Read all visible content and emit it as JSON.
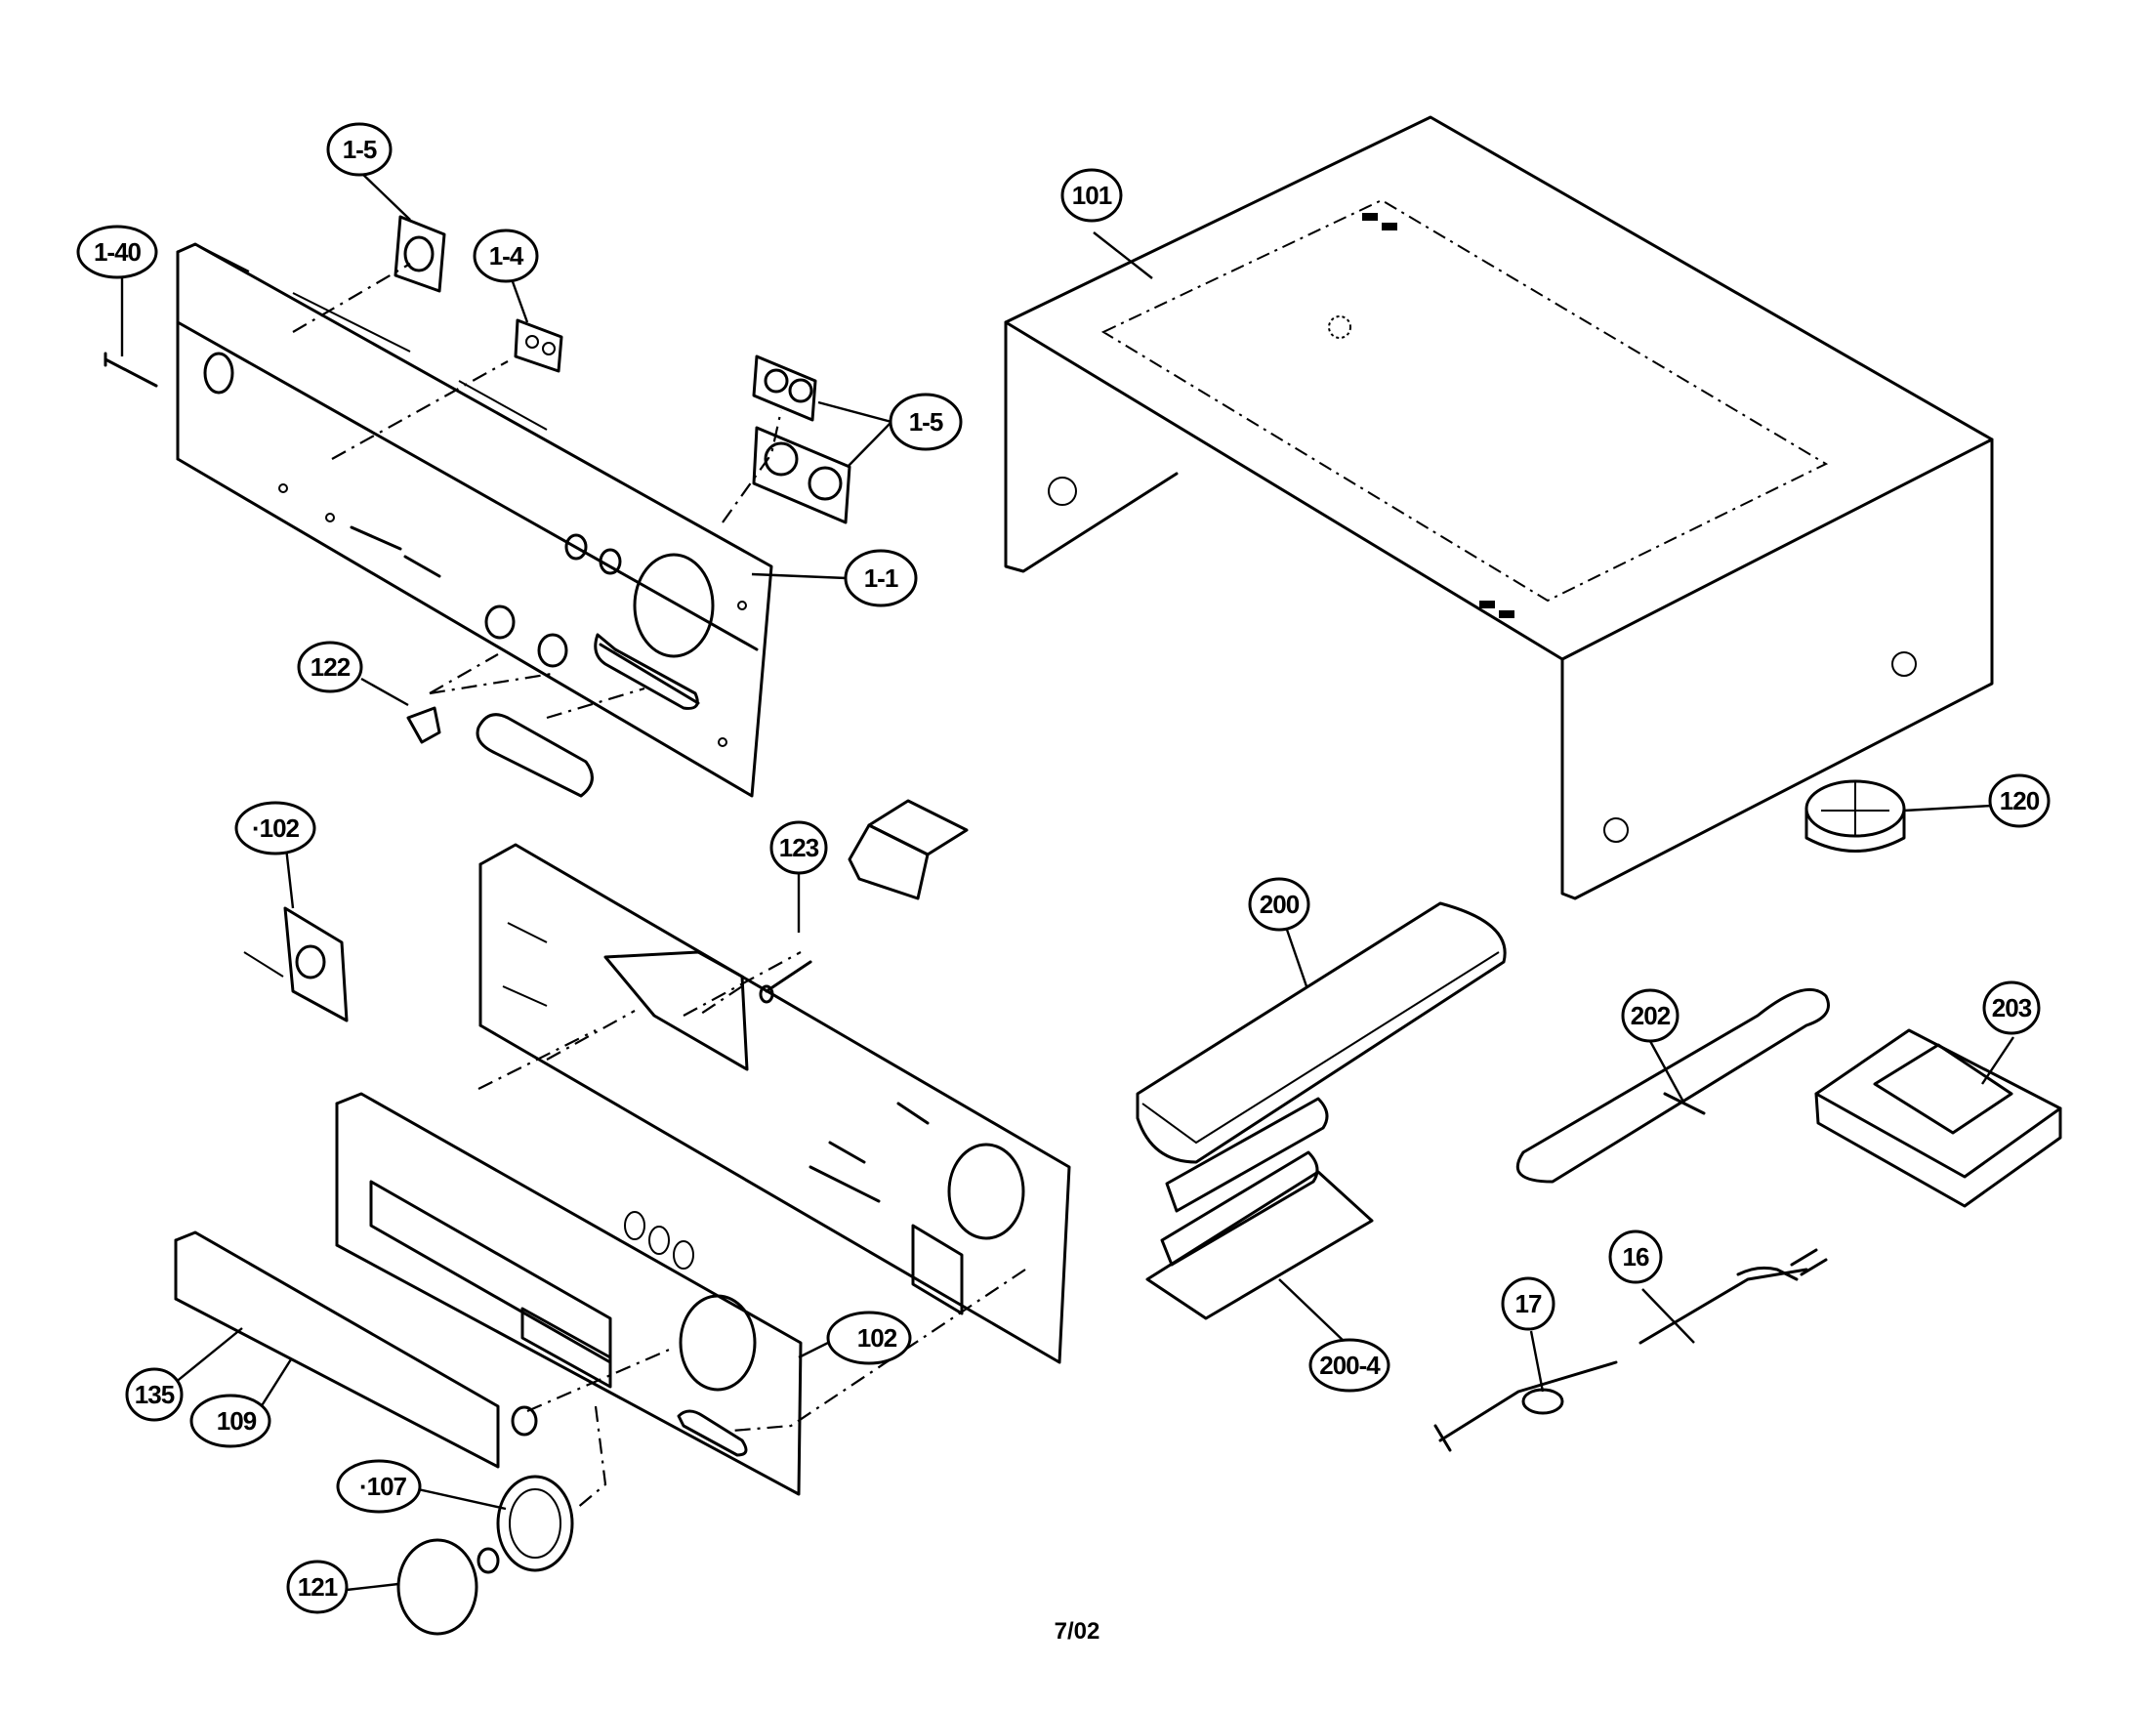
{
  "callouts": {
    "c1_5_top": "1-5",
    "c1_40": "1-40",
    "c1_4": "1-4",
    "c1_5_right": "1-5",
    "c1_1": "1-1",
    "c122": "122",
    "c101": "101",
    "c120": "120",
    "c102_left": "·102",
    "c123": "123",
    "c200": "200",
    "c202": "202",
    "c203": "203",
    "c102_right": "102",
    "c200_4": "200-4",
    "c17": "17",
    "c16": "16",
    "c135": "135",
    "c109": "109",
    "c107": "·107",
    "c121": "121"
  },
  "footer": {
    "date_code": "7/02"
  }
}
